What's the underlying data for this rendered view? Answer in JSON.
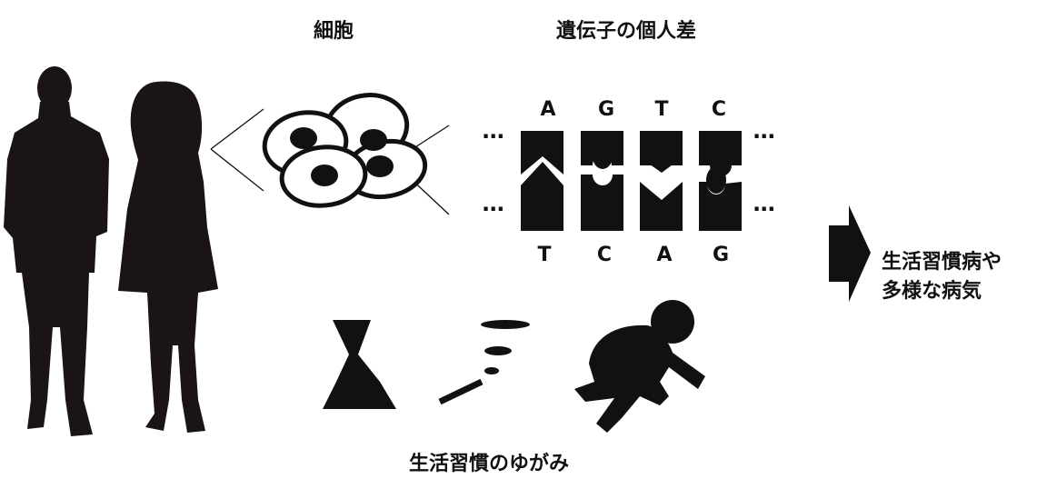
{
  "labels": {
    "cells": "細胞",
    "gene_variation": "遺伝子の個人差",
    "result_line1": "生活習慣病や",
    "result_line2": "多様な病気",
    "lifestyle_distortion": "生活習慣のゆがみ",
    "ellipsis": "..."
  },
  "dna": {
    "top_bases": [
      "A",
      "G",
      "T",
      "C"
    ],
    "bottom_bases": [
      "T",
      "C",
      "A",
      "G"
    ]
  },
  "icons": [
    "people-silhouette-icon",
    "cell-cluster-icon",
    "dna-base-pair-icon",
    "sake-bottle-icon",
    "cigarette-smoke-icon",
    "lying-person-icon",
    "right-arrow-icon"
  ],
  "colors": {
    "ink": "#111111",
    "silhouette": "#1a1414",
    "background": "#ffffff"
  }
}
